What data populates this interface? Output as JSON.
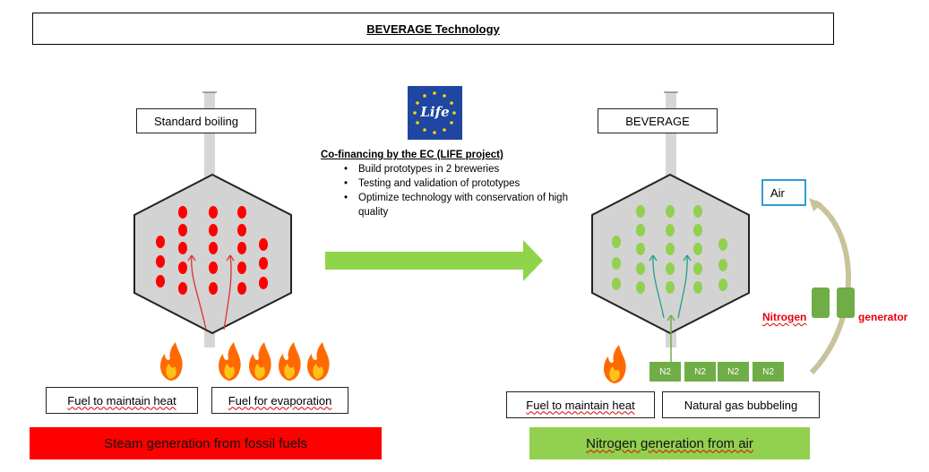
{
  "title": "BEVERAGE Technology",
  "left": {
    "process_label": "Standard boiling",
    "fuel_heat": "Fuel to maintain heat",
    "fuel_evap": "Fuel for evaporation",
    "banner": "Steam generation from fossil fuels"
  },
  "center": {
    "logo_text": "Life",
    "cofinancing_title": "Co-financing by the EC (LIFE project)",
    "bullets": [
      "Build prototypes in 2 breweries",
      "Testing and validation of prototypes",
      "Optimize technology with conservation of high quality"
    ]
  },
  "right": {
    "process_label": "BEVERAGE",
    "air": "Air",
    "nitrogen": "Nitrogen",
    "generator": "generator",
    "n2": [
      "N2",
      "N2",
      "N2",
      "N2"
    ],
    "fuel_heat": "Fuel to maintain heat",
    "gas_bubbling": "Natural gas bubbeling",
    "banner": "Nitrogen generation from air"
  },
  "colors": {
    "red": "#ff0000",
    "green": "#92d050",
    "dark_green": "#70ad47",
    "arrow_green": "#8fd44a",
    "vessel": "#d6d6d6"
  }
}
